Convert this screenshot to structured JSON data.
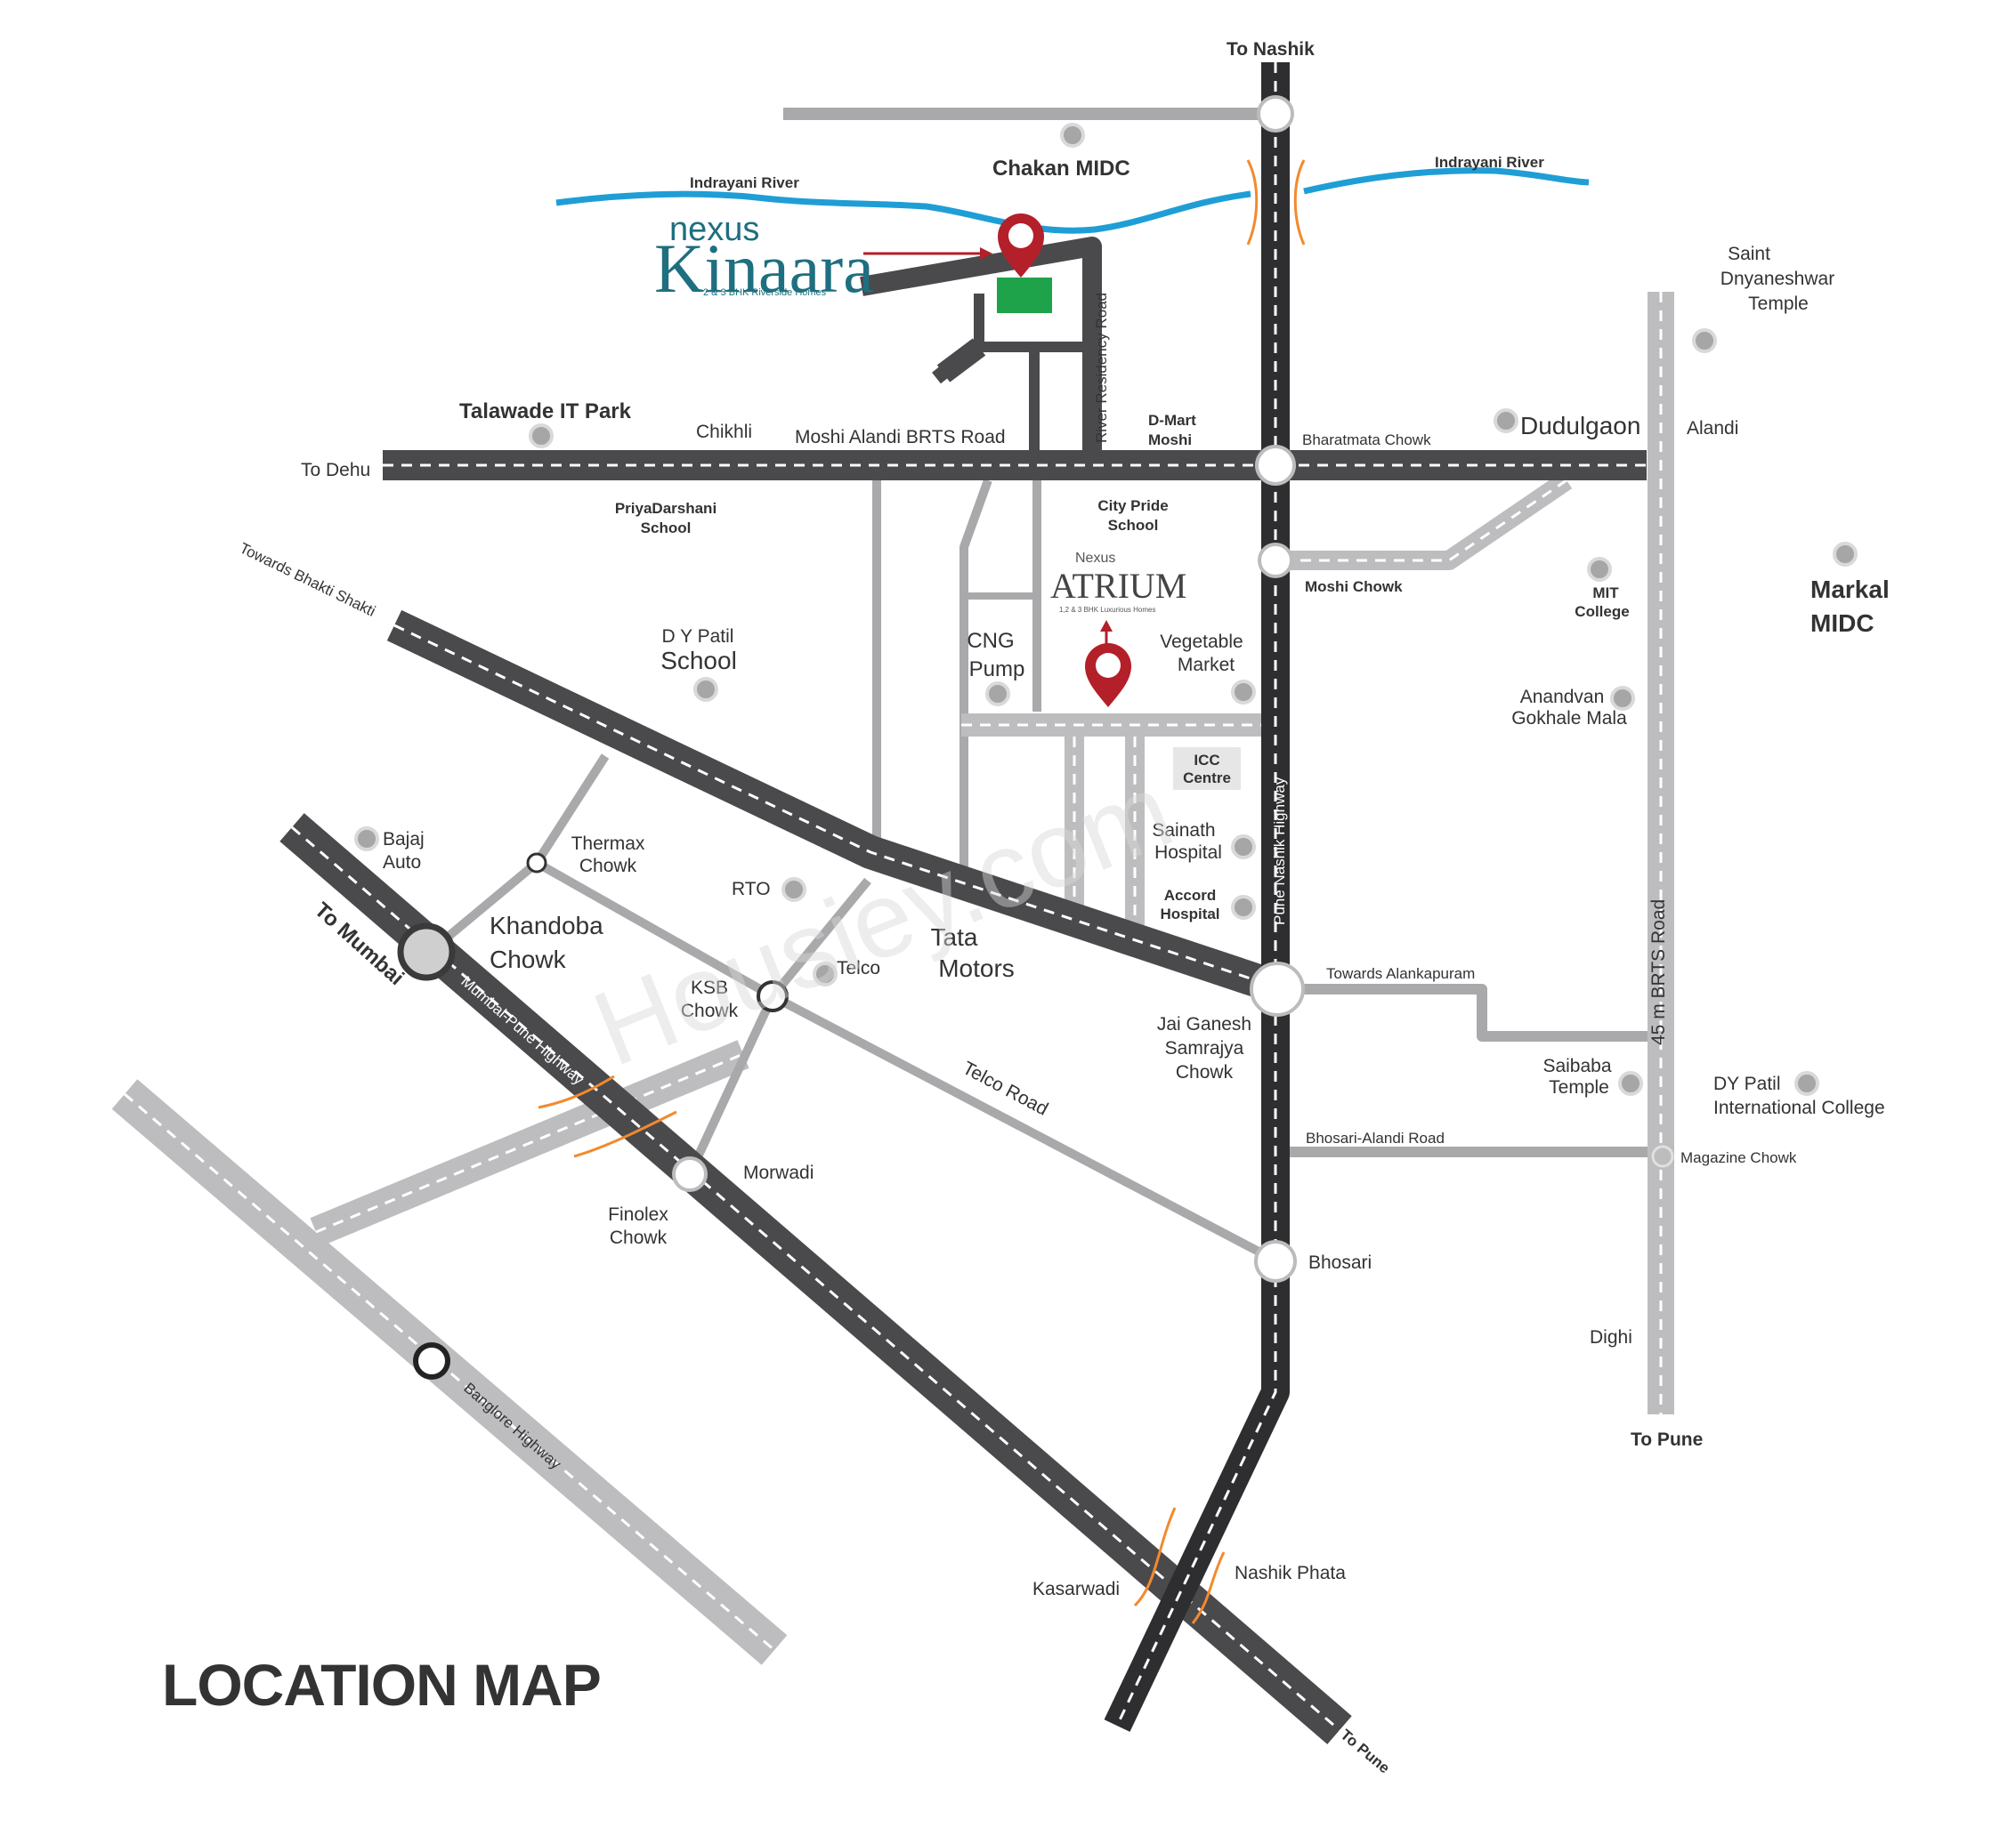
{
  "map_title": "LOCATION MAP",
  "watermark": "Housiey.com",
  "brand_kinaara": {
    "line1": "nexus",
    "line2": "Kinaara",
    "tagline": "2 & 3 BHK Riverside Homes"
  },
  "brand_atrium": {
    "line1": "Nexus",
    "line2": "ATRIUM",
    "tagline": "1,2 & 3 BHK Luxurious Homes"
  },
  "directions": {
    "to_nashik": "To Nashik",
    "to_dehu": "To Dehu",
    "to_mumbai": "To Mumbai",
    "to_pune_south": "To Pune",
    "to_pune_east": "To Pune",
    "towards_bhakti_shakti": "Towards Bhakti Shakti",
    "towards_alankapuram": "Towards Alankapuram"
  },
  "rivers": {
    "west": "Indrayani River",
    "east": "Indrayani River"
  },
  "roads": {
    "moshi_alandi_brts": "Moshi Alandi BRTS Road",
    "pune_nashik_highway": "Pune Nashik Highway",
    "mumbai_pune_highway": "Mumbai-Pune Highway",
    "banglore_highway": "Banglore Highway",
    "telco_road": "Telco Road",
    "bhosari_alandi_road": "Bhosari-Alandi Road",
    "brts_45m": "45 m BRTS Road",
    "river_residency_road": "River Residency Road"
  },
  "places": {
    "chakan_midc": "Chakan MIDC",
    "talawade_it_park": "Talawade IT Park",
    "chikhli": "Chikhli",
    "dmart_moshi_1": "D-Mart",
    "dmart_moshi_2": "Moshi",
    "bharatmata_chowk": "Bharatmata Chowk",
    "dudulgaon": "Dudulgaon",
    "alandi": "Alandi",
    "saint_temple_1": "Saint",
    "saint_temple_2": "Dnyaneshwar",
    "saint_temple_3": "Temple",
    "priyadarshani_1": "PriyaDarshani",
    "priyadarshani_2": "School",
    "city_pride_1": "City Pride",
    "city_pride_2": "School",
    "moshi_chowk": "Moshi Chowk",
    "mit_college_1": "MIT",
    "mit_college_2": "College",
    "markal_midc_1": "Markal",
    "markal_midc_2": "MIDC",
    "dy_patil_school_1": "D Y Patil",
    "dy_patil_school_2": "School",
    "cng_pump_1": "CNG",
    "cng_pump_2": "Pump",
    "vegetable_market_1": "Vegetable",
    "vegetable_market_2": "Market",
    "anandvan_1": "Anandvan",
    "anandvan_2": "Gokhale Mala",
    "icc_centre_1": "ICC",
    "icc_centre_2": "Centre",
    "sainath_1": "Sainath",
    "sainath_2": "Hospital",
    "accord_1": "Accord",
    "accord_2": "Hospital",
    "bajaj_auto_1": "Bajaj",
    "bajaj_auto_2": "Auto",
    "thermax_1": "Thermax",
    "thermax_2": "Chowk",
    "rto": "RTO",
    "khandoba_1": "Khandoba",
    "khandoba_2": "Chowk",
    "tata_motors_1": "Tata",
    "tata_motors_2": "Motors",
    "telco": "Telco",
    "ksb_1": "KSB",
    "ksb_2": "Chowk",
    "jai_ganesh_1": "Jai Ganesh",
    "jai_ganesh_2": "Samrajya",
    "jai_ganesh_3": "Chowk",
    "saibaba_1": "Saibaba",
    "saibaba_2": "Temple",
    "dy_patil_intl_1": "DY Patil",
    "dy_patil_intl_2": "International College",
    "magazine_chowk": "Magazine Chowk",
    "morwadi": "Morwadi",
    "finolex_1": "Finolex",
    "finolex_2": "Chowk",
    "bhosari": "Bhosari",
    "dighi": "Dighi",
    "kasarwadi": "Kasarwadi",
    "nashik_phata": "Nashik Phata"
  },
  "colors": {
    "river": "#1f9ed6",
    "road_dark": "#4a4a4d",
    "road_light": "#a9a9ab",
    "marker": "#b3202a",
    "project_plot": "#1fa34a",
    "bridge": "#f28a2e",
    "brand_teal": "#1e6f7f"
  }
}
